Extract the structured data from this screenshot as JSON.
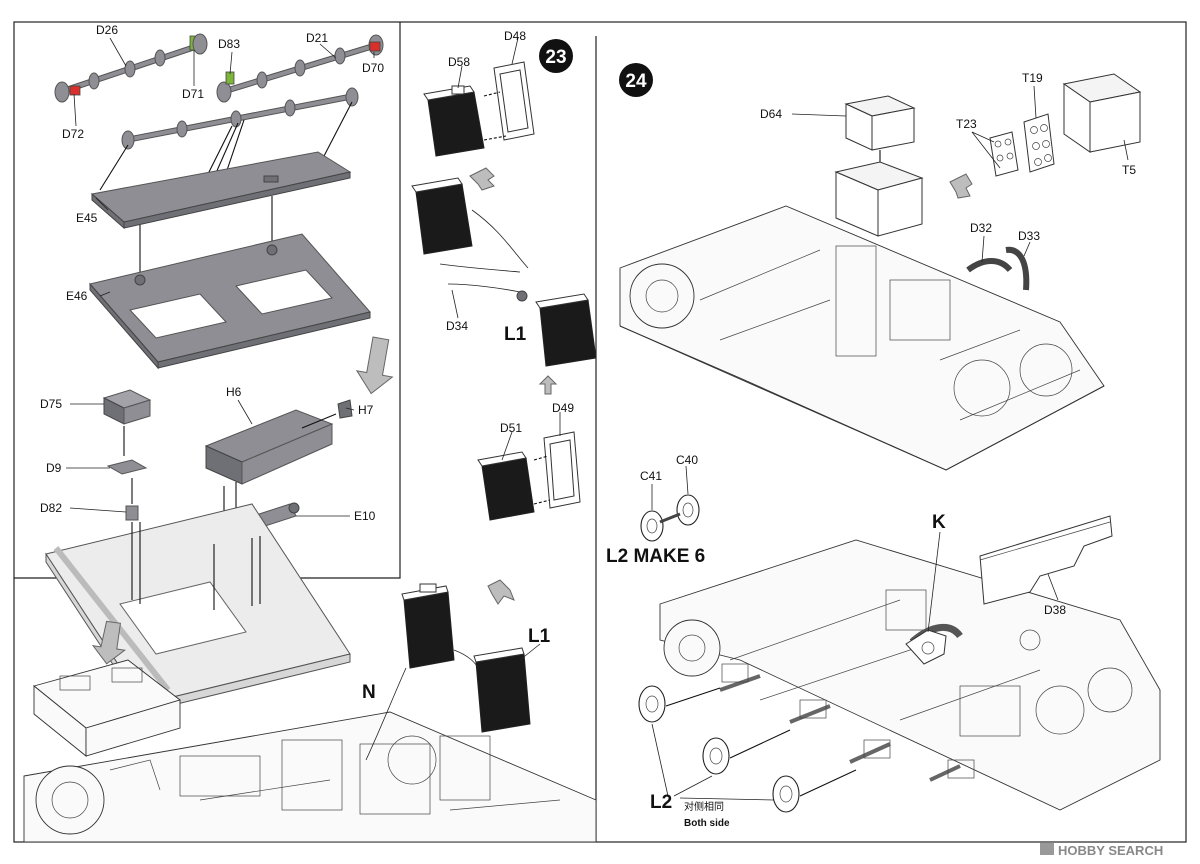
{
  "steps": [
    {
      "number": "23"
    },
    {
      "number": "24"
    }
  ],
  "labels": {
    "D26": "D26",
    "D71": "D71",
    "D83": "D83",
    "D21": "D21",
    "D70": "D70",
    "D72": "D72",
    "E45": "E45",
    "E46": "E46",
    "D75": "D75",
    "D9": "D9",
    "D82": "D82",
    "H6": "H6",
    "H7": "H7",
    "E10": "E10",
    "N": "N",
    "D48": "D48",
    "D58": "D58",
    "D34": "D34",
    "L1_upper": "L1",
    "D51": "D51",
    "D49": "D49",
    "L1_lower": "L1",
    "D64": "D64",
    "T19": "T19",
    "T23": "T23",
    "T5": "T5",
    "D32": "D32",
    "D33": "D33",
    "C40": "C40",
    "C41": "C41",
    "L2_make": "L2 MAKE 6",
    "K": "K",
    "D38": "D38",
    "L2_side": "L2",
    "side_cn": "对侧相同",
    "side_en": "Both side"
  },
  "watermark": "HOBBY SEARCH",
  "colors": {
    "accent_green": "#7db43a",
    "accent_red": "#d9302b",
    "part_grey": "#8e8e94"
  }
}
